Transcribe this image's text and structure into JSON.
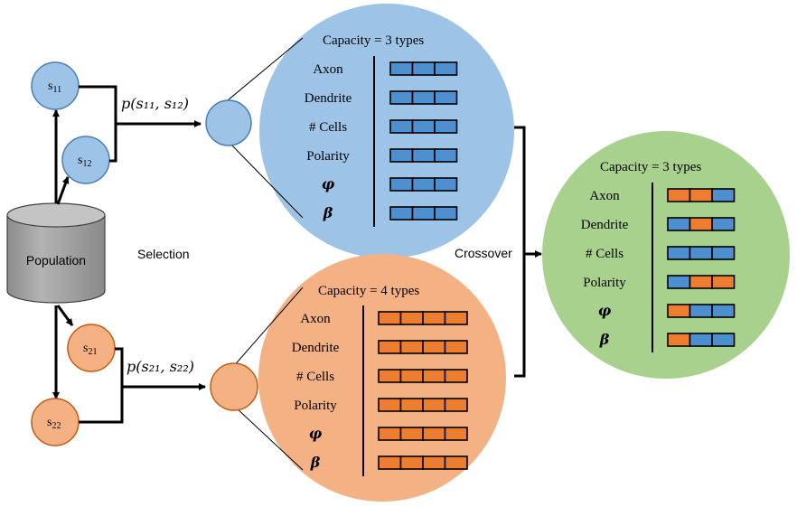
{
  "colors": {
    "blue_fill": "#9DC3E6",
    "blue_stroke": "#4A7DB8",
    "cell_blue": "#4E8FD0",
    "orange_fill": "#F4B183",
    "orange_stroke": "#C55A11",
    "cell_orange": "#ED7D31",
    "green_fill": "#A9D18E",
    "gray_cylinder": "#A6A6A6"
  },
  "population": {
    "label": "Population"
  },
  "selection": {
    "label": "Selection"
  },
  "crossover": {
    "label": "Crossover"
  },
  "parents": {
    "s11": {
      "base": "s",
      "sub": "11"
    },
    "s12": {
      "base": "s",
      "sub": "12"
    },
    "s21": {
      "base": "s",
      "sub": "21"
    },
    "s22": {
      "base": "s",
      "sub": "22"
    }
  },
  "probabilities": {
    "p1": "p(s₁₁, s₁₂)",
    "p2": "p(s₂₁, s₂₂)"
  },
  "circles": {
    "blue": {
      "capacity": "Capacity = 3 types",
      "rows": [
        {
          "label": "Axon",
          "cells": [
            "blue",
            "blue",
            "blue"
          ]
        },
        {
          "label": "Dendrite",
          "cells": [
            "blue",
            "blue",
            "blue"
          ]
        },
        {
          "label": "# Cells",
          "cells": [
            "blue",
            "blue",
            "blue"
          ]
        },
        {
          "label": "Polarity",
          "cells": [
            "blue",
            "blue",
            "blue"
          ]
        },
        {
          "label": "φ",
          "cells": [
            "blue",
            "blue",
            "blue"
          ]
        },
        {
          "label": "β",
          "cells": [
            "blue",
            "blue",
            "blue"
          ]
        }
      ]
    },
    "orange": {
      "capacity": "Capacity = 4 types",
      "rows": [
        {
          "label": "Axon",
          "cells": [
            "orange",
            "orange",
            "orange",
            "orange"
          ]
        },
        {
          "label": "Dendrite",
          "cells": [
            "orange",
            "orange",
            "orange",
            "orange"
          ]
        },
        {
          "label": "# Cells",
          "cells": [
            "orange",
            "orange",
            "orange",
            "orange"
          ]
        },
        {
          "label": "Polarity",
          "cells": [
            "orange",
            "orange",
            "orange",
            "orange"
          ]
        },
        {
          "label": "φ",
          "cells": [
            "orange",
            "orange",
            "orange",
            "orange"
          ]
        },
        {
          "label": "β",
          "cells": [
            "orange",
            "orange",
            "orange",
            "orange"
          ]
        }
      ]
    },
    "green": {
      "capacity": "Capacity = 3 types",
      "rows": [
        {
          "label": "Axon",
          "cells": [
            "orange",
            "orange",
            "blue"
          ]
        },
        {
          "label": "Dendrite",
          "cells": [
            "blue",
            "orange",
            "blue"
          ]
        },
        {
          "label": "# Cells",
          "cells": [
            "blue",
            "blue",
            "blue"
          ]
        },
        {
          "label": "Polarity",
          "cells": [
            "blue",
            "orange",
            "orange"
          ]
        },
        {
          "label": "φ",
          "cells": [
            "orange",
            "blue",
            "blue"
          ]
        },
        {
          "label": "β",
          "cells": [
            "orange",
            "blue",
            "blue"
          ]
        }
      ]
    }
  }
}
